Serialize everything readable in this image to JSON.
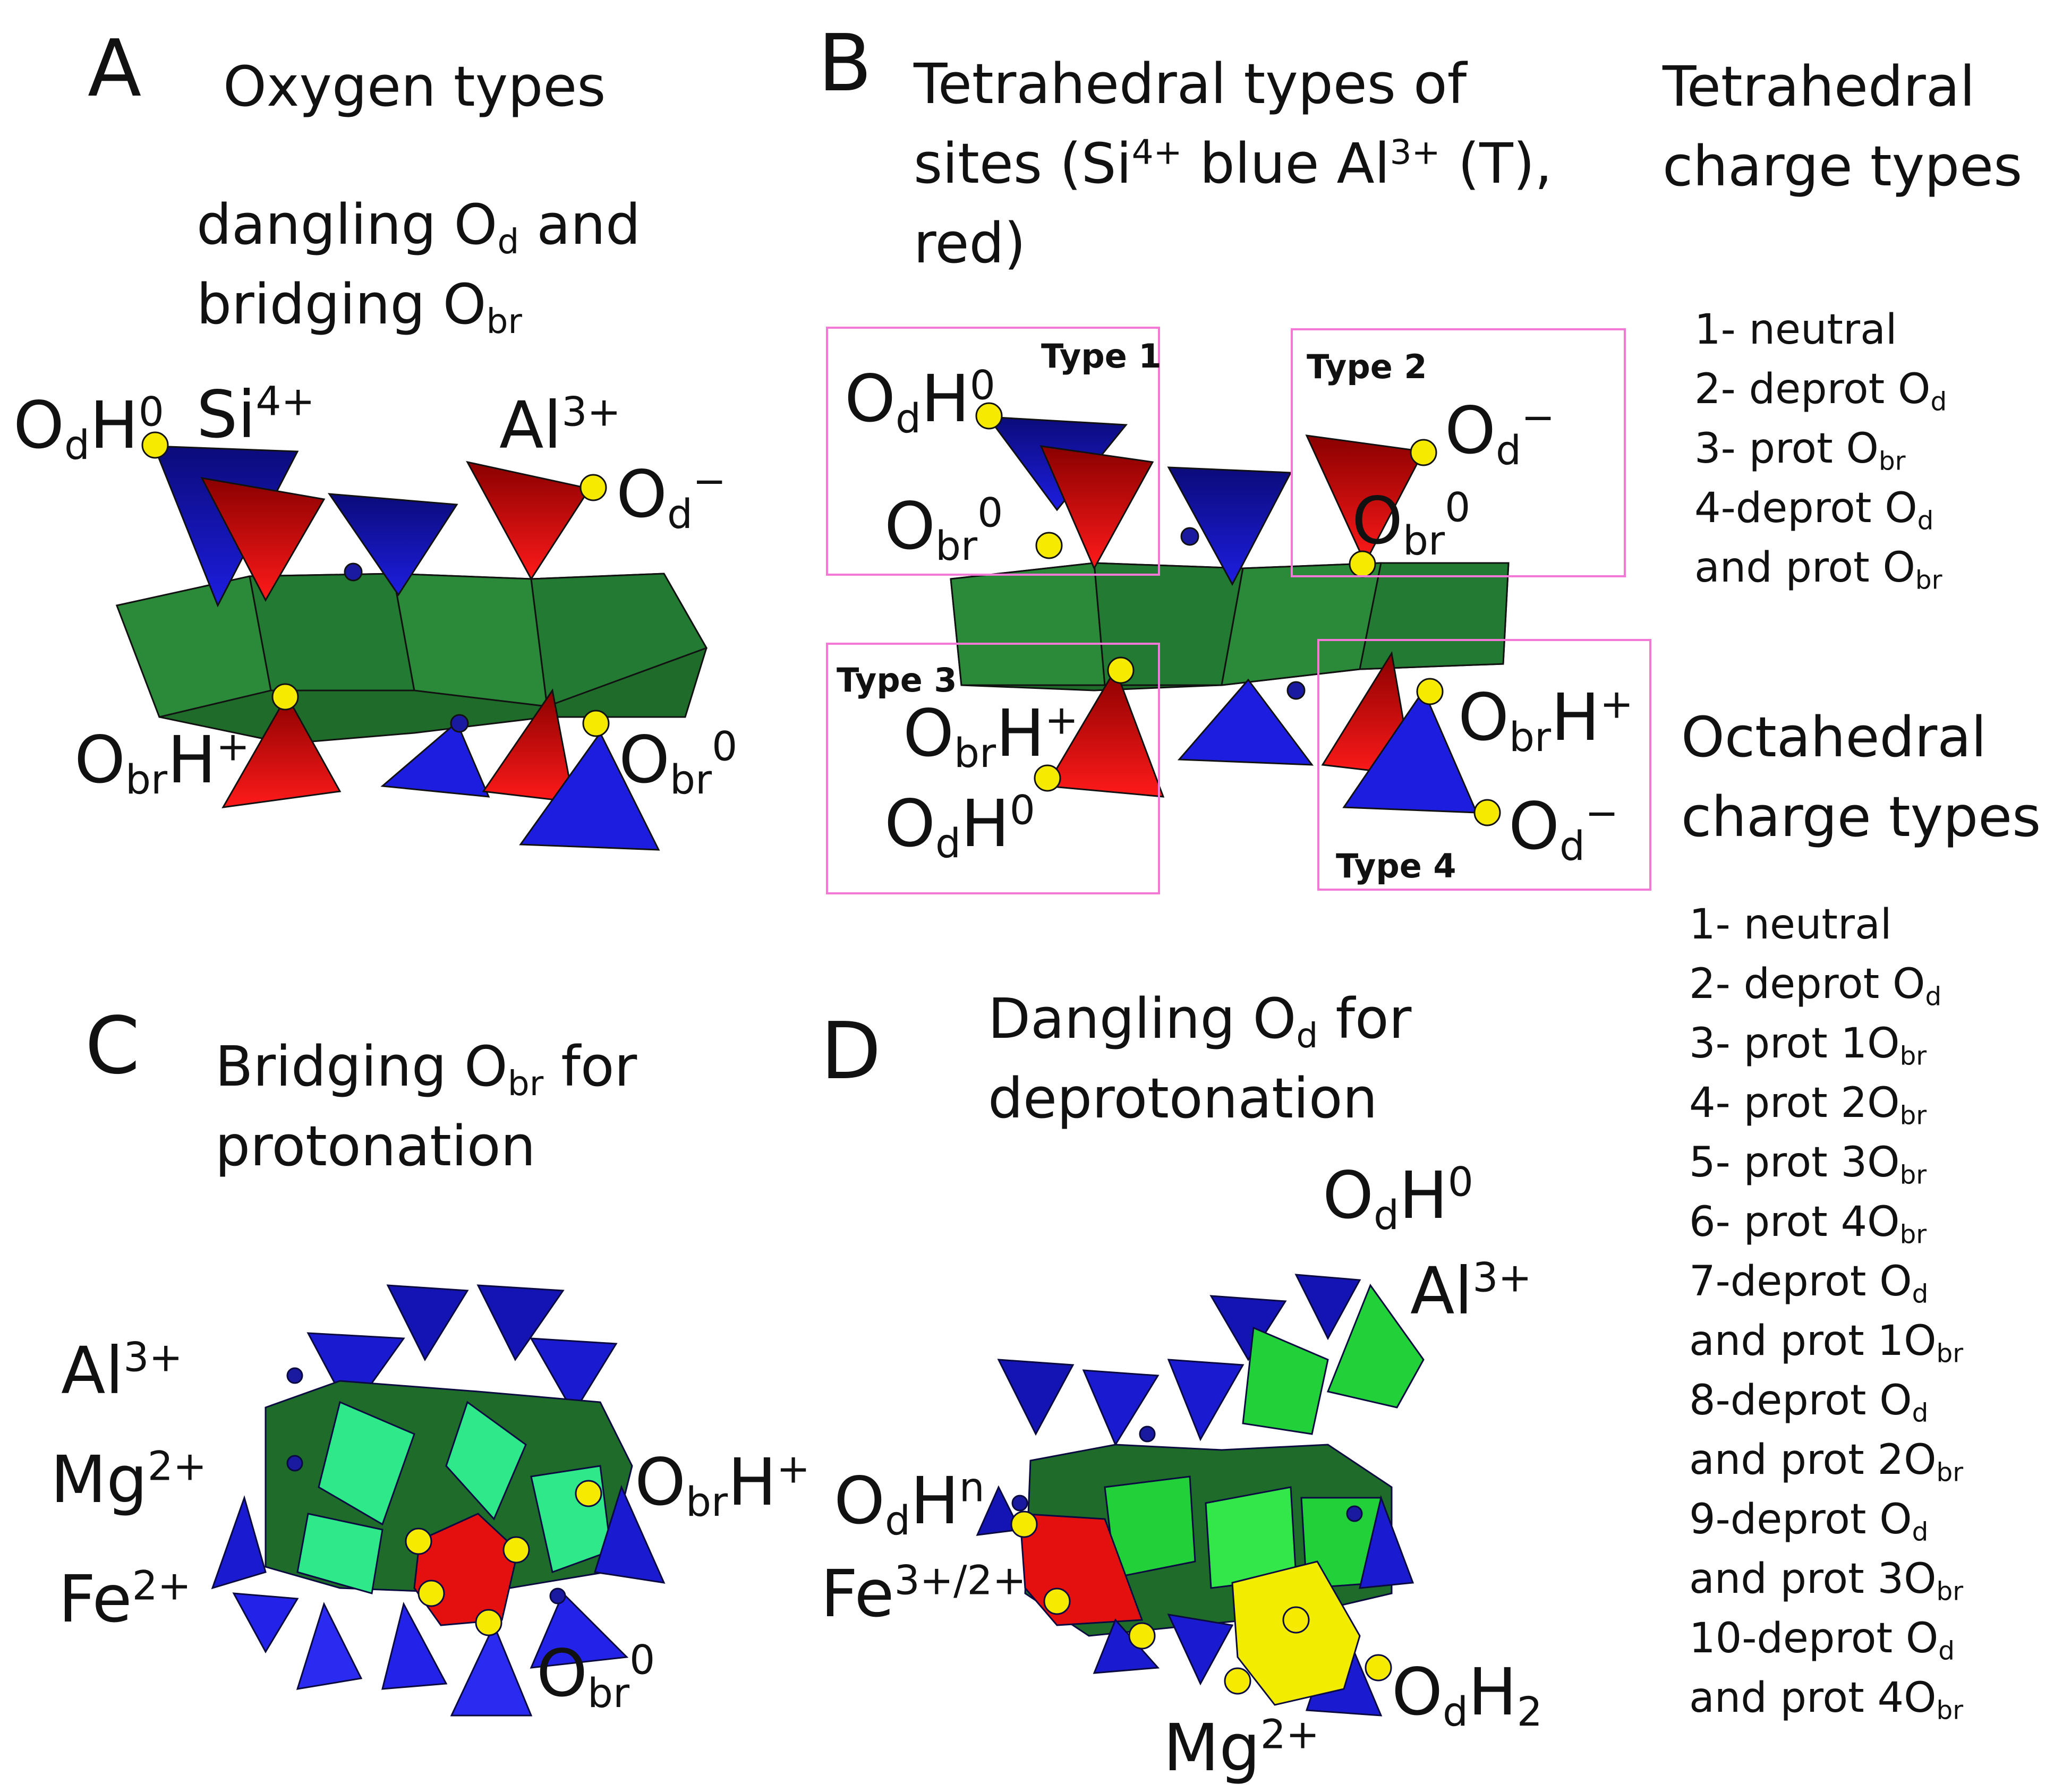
{
  "panels": {
    "a": {
      "letter": "A",
      "title": "Oxygen types",
      "subtitle_line1_pre": "dangling O",
      "subtitle_line1_sub": "d",
      "subtitle_line1_post": " and",
      "subtitle_line2_pre": "bridging O",
      "subtitle_line2_sub": "br",
      "labels": {
        "odh": {
          "base": "O",
          "sub": "d",
          "mid": "H",
          "sup": "0"
        },
        "si": {
          "base": "Si",
          "sup": "4+"
        },
        "al": {
          "base": "Al",
          "sup": "3+"
        },
        "od": {
          "base": "O",
          "sub": "d",
          "sup": "−"
        },
        "obrh": {
          "base": "O",
          "sub": "br",
          "mid": "H",
          "sup": "+"
        },
        "obr": {
          "base": "O",
          "sub": "br",
          "sup": "0"
        }
      }
    },
    "b": {
      "letter": "B",
      "title_l1": "Tetrahedral types of",
      "title_l2_a": "sites (Si",
      "title_l2_sup1": "4+",
      "title_l2_b": " blue Al",
      "title_l2_sup2": "3+",
      "title_l2_c": " (T),",
      "title_l3": "red)",
      "types": [
        "Type 1",
        "Type 2",
        "Type 3",
        "Type 4"
      ],
      "labels": {
        "t1_odh": {
          "base": "O",
          "sub": "d",
          "mid": "H",
          "sup": "0"
        },
        "t1_obr": {
          "base": "O",
          "sub": "br",
          "sup": "0"
        },
        "t2_od": {
          "base": "O",
          "sub": "d",
          "sup": "−"
        },
        "t2_obr": {
          "base": "O",
          "sub": "br",
          "sup": "0"
        },
        "t3_obrh": {
          "base": "O",
          "sub": "br",
          "mid": "H",
          "sup": "+"
        },
        "t3_odh": {
          "base": "O",
          "sub": "d",
          "mid": "H",
          "sup": "0"
        },
        "t4_obrh": {
          "base": "O",
          "sub": "br",
          "mid": "H",
          "sup": "+"
        },
        "t4_od": {
          "base": "O",
          "sub": "d",
          "sup": "−"
        }
      }
    },
    "c": {
      "letter": "C",
      "title_l1_pre": "Bridging O",
      "title_l1_sub": "br",
      "title_l1_post": " for",
      "title_l2": "protonation",
      "labels": {
        "al": {
          "base": "Al",
          "sup": "3+"
        },
        "mg": {
          "base": "Mg",
          "sup": "2+"
        },
        "fe": {
          "base": "Fe",
          "sup": "2+"
        },
        "obrh": {
          "base": "O",
          "sub": "br",
          "mid": "H",
          "sup": "+"
        },
        "obr": {
          "base": "O",
          "sub": "br",
          "sup": "0"
        }
      }
    },
    "d": {
      "letter": "D",
      "title_l1_pre": "Dangling O",
      "title_l1_sub": "d",
      "title_l1_post": " for",
      "title_l2": "deprotonation",
      "labels": {
        "odh0": {
          "base": "O",
          "sub": "d",
          "mid": "H",
          "sup": "0"
        },
        "al": {
          "base": "Al",
          "sup": "3+"
        },
        "odhn": {
          "base": "O",
          "sub": "d",
          "mid": "H",
          "sup": "n"
        },
        "fe": {
          "base": "Fe",
          "sup": "3+/2+"
        },
        "odh2": {
          "base": "O",
          "sub": "d",
          "mid": "H",
          "sub2": "2"
        },
        "mg": {
          "base": "Mg",
          "sup": "2+"
        }
      }
    }
  },
  "tetrahedral_charge": {
    "title_l1": "Tetrahedral",
    "title_l2": "charge types",
    "items": [
      {
        "pre": "1- neutral",
        "sub": "",
        "post": ""
      },
      {
        "pre": "2- deprot O",
        "sub": "d",
        "post": ""
      },
      {
        "pre": "3- prot O",
        "sub": "br",
        "post": ""
      },
      {
        "pre": "4-deprot O",
        "sub": "d",
        "post": ""
      },
      {
        "pre": "and prot O",
        "sub": "br",
        "post": ""
      }
    ]
  },
  "octahedral_charge": {
    "title_l1": "Octahedral",
    "title_l2": "charge types",
    "items": [
      {
        "pre": "1- neutral",
        "sub": ""
      },
      {
        "pre": "2- deprot O",
        "sub": "d"
      },
      {
        "pre": "3- prot 1O",
        "sub": "br"
      },
      {
        "pre": "4- prot 2O",
        "sub": "br"
      },
      {
        "pre": "5- prot 3O",
        "sub": "br"
      },
      {
        "pre": "6- prot 4O",
        "sub": "br"
      },
      {
        "pre": "7-deprot O",
        "sub": "d"
      },
      {
        "pre": "and prot 1O",
        "sub": "br"
      },
      {
        "pre": "8-deprot O",
        "sub": "d"
      },
      {
        "pre": "and prot 2O",
        "sub": "br"
      },
      {
        "pre": "9-deprot O",
        "sub": "d"
      },
      {
        "pre": "and prot 3O",
        "sub": "br"
      },
      {
        "pre": "10-deprot O",
        "sub": "d"
      },
      {
        "pre": "and prot 4O",
        "sub": "br"
      }
    ]
  },
  "colors": {
    "si_tetra": "#1414b4",
    "al_tetra": "#e01010",
    "octa_dark": "#1f6b2a",
    "octa_light": "#22d03a",
    "mint": "#2ee88a",
    "oxygen": "#f5ea00",
    "hydrogen": "#1a1aa0",
    "box": "#f27ad6",
    "mg_octa": "#f2ec00"
  }
}
